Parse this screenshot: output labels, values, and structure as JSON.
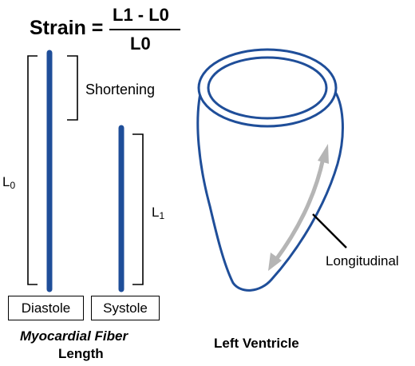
{
  "formula": {
    "lhs": "Strain =",
    "numerator": "L1 - L0",
    "denominator": "L0"
  },
  "fiber": {
    "shortening_label": "Shortening",
    "l0_main": "L",
    "l0_sub": "0",
    "l1_main": "L",
    "l1_sub": "1",
    "diastole_label": "Diastole",
    "systole_label": "Systole",
    "caption_line1": "Myocardial Fiber",
    "caption_line2": "Length"
  },
  "ventricle": {
    "longitudinal_label": "Longitudinal",
    "caption": "Left Ventricle"
  },
  "colors": {
    "fiber_blue": "#1f4e99",
    "outline_blue": "#1f4e99",
    "arrow_gray": "#b5b5b5",
    "bracket_black": "#000000"
  }
}
